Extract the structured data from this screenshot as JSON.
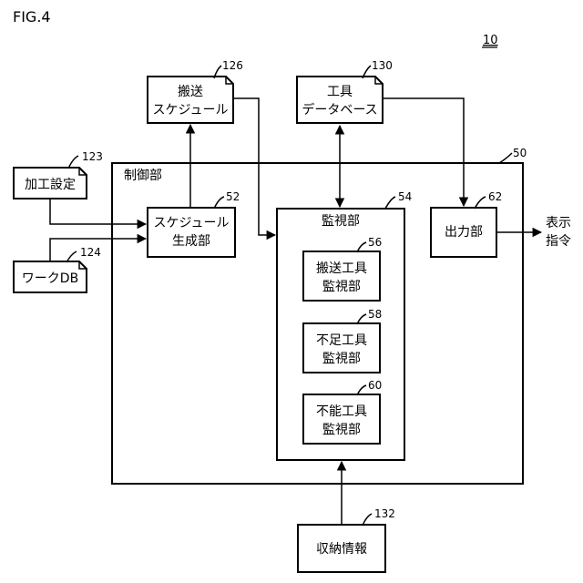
{
  "figure": {
    "label": "FIG.4",
    "ref": "10"
  },
  "nodes": {
    "transport_schedule": {
      "line1": "搬送",
      "line2": "スケジュール",
      "ref": "126"
    },
    "tool_db": {
      "line1": "工具",
      "line2": "データベース",
      "ref": "130"
    },
    "machining_settings": {
      "line1": "加工設定",
      "ref": "123"
    },
    "work_db": {
      "line1": "ワークDB",
      "ref": "124"
    },
    "control_unit": {
      "label": "制御部",
      "ref": "50"
    },
    "schedule_generator": {
      "line1": "スケジュール",
      "line2": "生成部",
      "ref": "52"
    },
    "monitoring_unit": {
      "label": "監視部",
      "ref": "54"
    },
    "transport_tool_monitor": {
      "line1": "搬送工具",
      "line2": "監視部",
      "ref": "56"
    },
    "shortage_tool_monitor": {
      "line1": "不足工具",
      "line2": "監視部",
      "ref": "58"
    },
    "unusable_tool_monitor": {
      "line1": "不能工具",
      "line2": "監視部",
      "ref": "60"
    },
    "output_unit": {
      "label": "出力部",
      "ref": "62"
    },
    "display_command": {
      "line1": "表示",
      "line2": "指令"
    },
    "storage_info": {
      "label": "収納情報",
      "ref": "132"
    }
  }
}
